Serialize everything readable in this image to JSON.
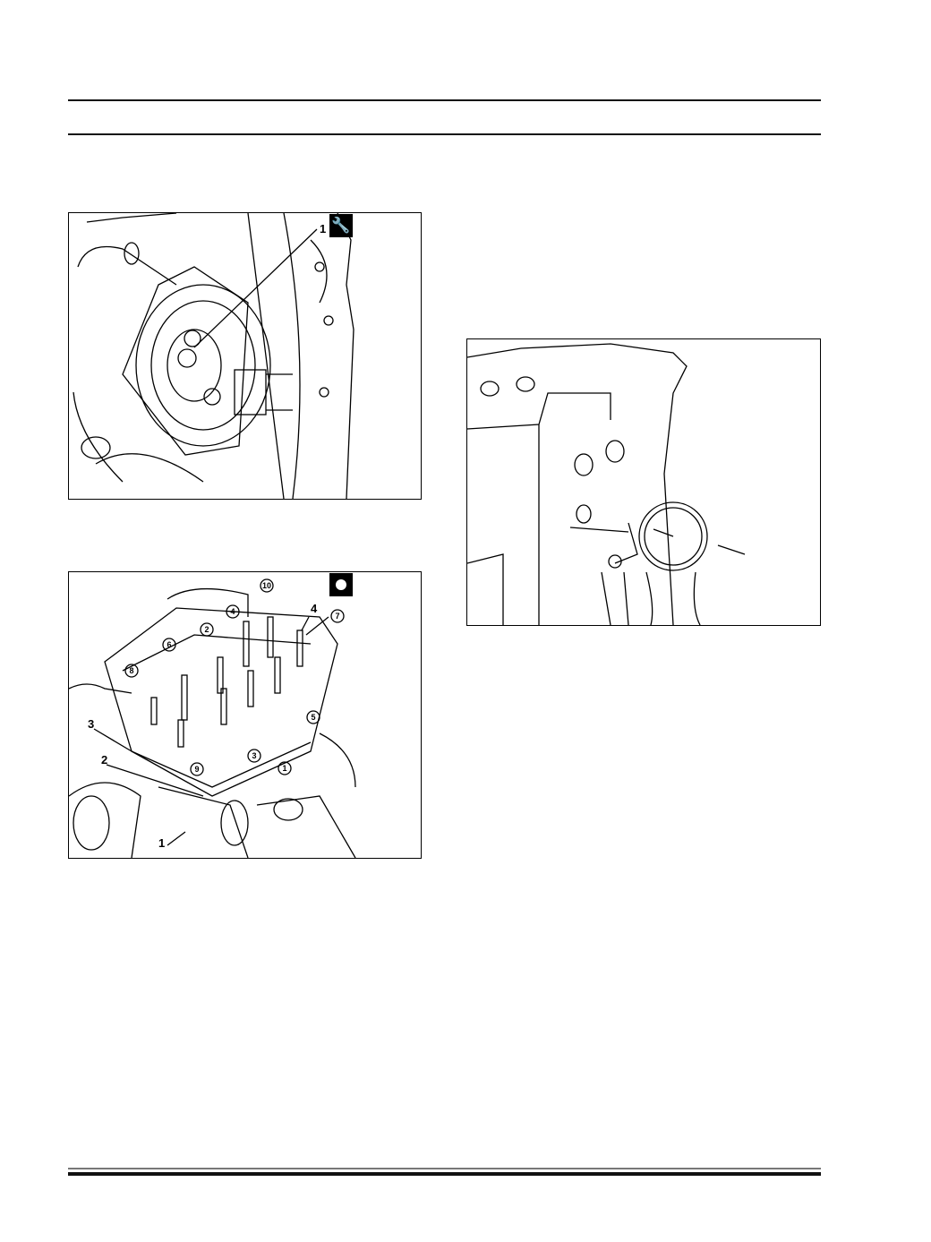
{
  "figures": [
    {
      "id": "fig-1",
      "icon": "wrench-icon",
      "callouts": [
        "1"
      ]
    },
    {
      "id": "fig-2",
      "icon": "torque-icon",
      "plain_callouts": [
        "4",
        "3",
        "2",
        "1"
      ],
      "circled_callouts": [
        "10",
        "4",
        "7",
        "2",
        "6",
        "8",
        "9",
        "3",
        "1",
        "5"
      ]
    },
    {
      "id": "fig-3",
      "icon": "",
      "callouts": []
    }
  ]
}
